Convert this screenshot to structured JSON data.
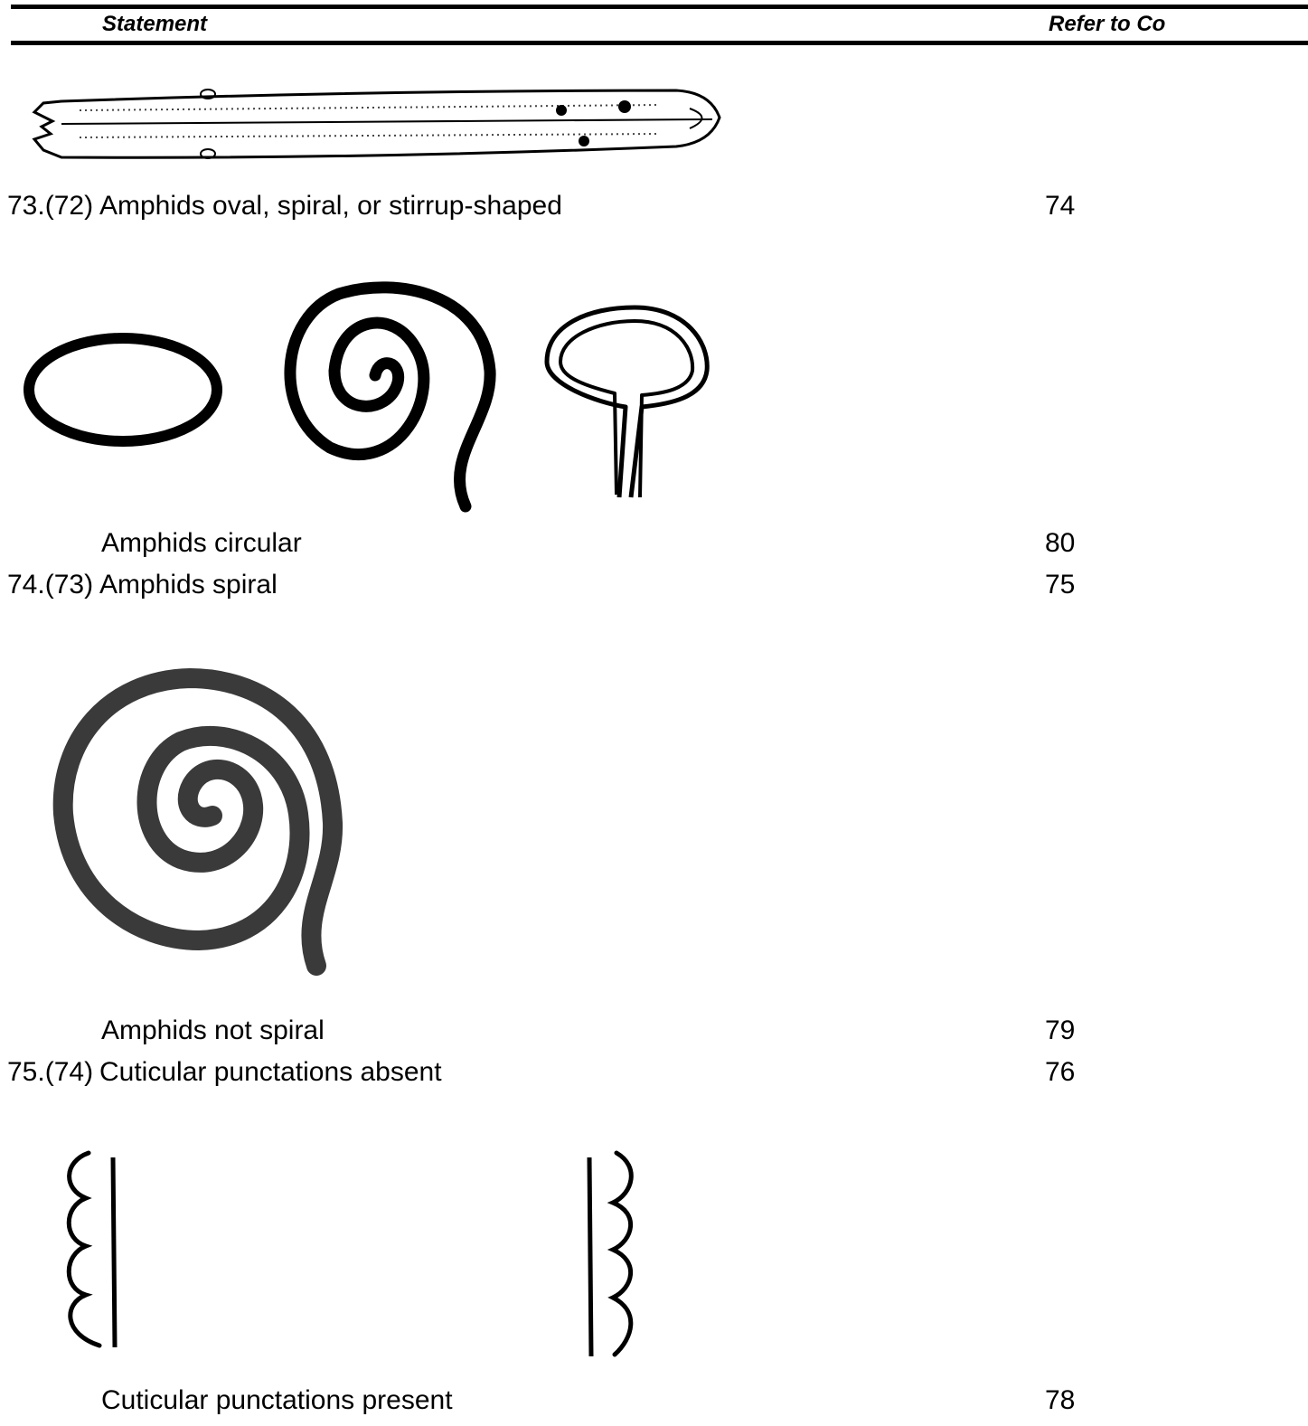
{
  "header": {
    "statement_label": "Statement",
    "refer_label": "Refer to Co"
  },
  "entries": [
    {
      "num": "73.(72)",
      "text": "Amphids oval, spiral, or stirrup-shaped",
      "ref": "74"
    },
    {
      "num": "",
      "text": "Amphids circular",
      "ref": "80"
    },
    {
      "num": "74.(73)",
      "text": "Amphids spiral",
      "ref": "75"
    },
    {
      "num": "",
      "text": "Amphids not spiral",
      "ref": "79"
    },
    {
      "num": "75.(74)",
      "text": "Cuticular punctations absent",
      "ref": "76"
    },
    {
      "num": "",
      "text": "Cuticular punctations present",
      "ref": "78"
    }
  ],
  "figures": [
    {
      "name": "nematode-body-illustration"
    },
    {
      "name": "amphid-shapes-oval-spiral-stirrup"
    },
    {
      "name": "amphid-spiral-illustration"
    },
    {
      "name": "cuticle-punctations-illustration"
    }
  ]
}
